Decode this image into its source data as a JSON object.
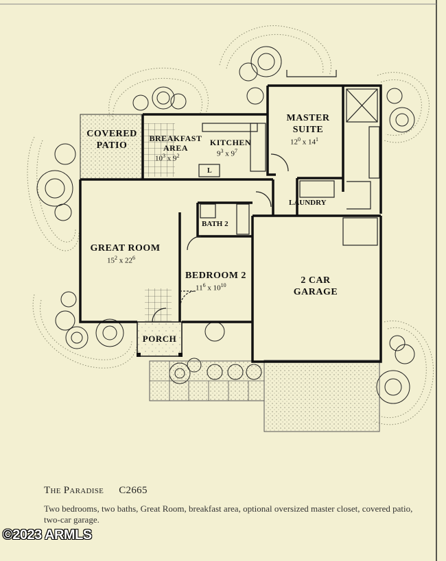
{
  "plan": {
    "name": "The Paradise",
    "code": "C2665",
    "description": "Two bedrooms, two baths, Great Room, breakfast area, optional oversized master closet, covered patio, two-car garage."
  },
  "rooms": {
    "covered_patio": {
      "line1": "COVERED",
      "line2": "PATIO"
    },
    "breakfast": {
      "line1": "BREAKFAST",
      "line2": "AREA",
      "dim_a": "10",
      "dim_a_sup": "3",
      "dim_b": "9",
      "dim_b_sup": "2"
    },
    "kitchen": {
      "name": "KITCHEN",
      "dim_a": "9",
      "dim_a_sup": "3",
      "dim_b": "9",
      "dim_b_sup": "7"
    },
    "master": {
      "line1": "MASTER",
      "line2": "SUITE",
      "dim_a": "12",
      "dim_a_sup": "0",
      "dim_b": "14",
      "dim_b_sup": "1"
    },
    "laundry": {
      "name": "LAUNDRY"
    },
    "bath2": {
      "name": "BATH 2"
    },
    "great_room": {
      "name": "GREAT ROOM",
      "dim_a": "15",
      "dim_a_sup": "2",
      "dim_b": "22",
      "dim_b_sup": "6"
    },
    "bedroom2": {
      "name": "BEDROOM 2",
      "dim_a": "11",
      "dim_a_sup": "6",
      "dim_b": "10",
      "dim_b_sup": "10"
    },
    "garage": {
      "line1": "2 CAR",
      "line2": "GARAGE"
    },
    "porch": {
      "name": "PORCH"
    },
    "linen": {
      "name": "L"
    }
  },
  "watermark": "©2023 ARMLS",
  "dim_separator": "x",
  "colors": {
    "paper": "#f3f0d2",
    "ink": "#111111",
    "stipple": "#6b6b5a"
  }
}
